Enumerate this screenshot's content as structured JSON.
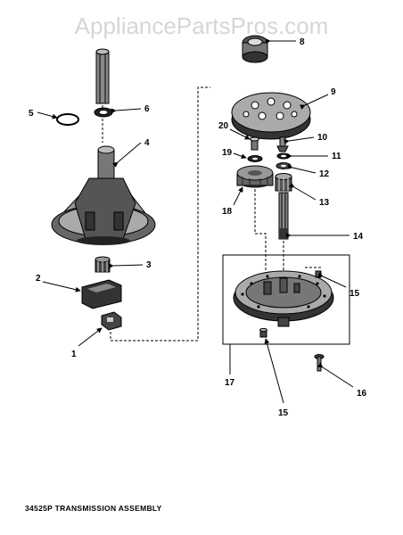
{
  "watermark": "AppliancePartsPros.com",
  "caption": "34525P TRANSMISSION ASSEMBLY",
  "callouts": {
    "p1": "1",
    "p2": "2",
    "p3": "3",
    "p4": "4",
    "p5": "5",
    "p6": "6",
    "p8": "8",
    "p9": "9",
    "p10": "10",
    "p11": "11",
    "p12": "12",
    "p13": "13",
    "p14": "14",
    "p15a": "15",
    "p15b": "15",
    "p16": "16",
    "p17": "17",
    "p18": "18",
    "p19": "19",
    "p20": "20"
  }
}
